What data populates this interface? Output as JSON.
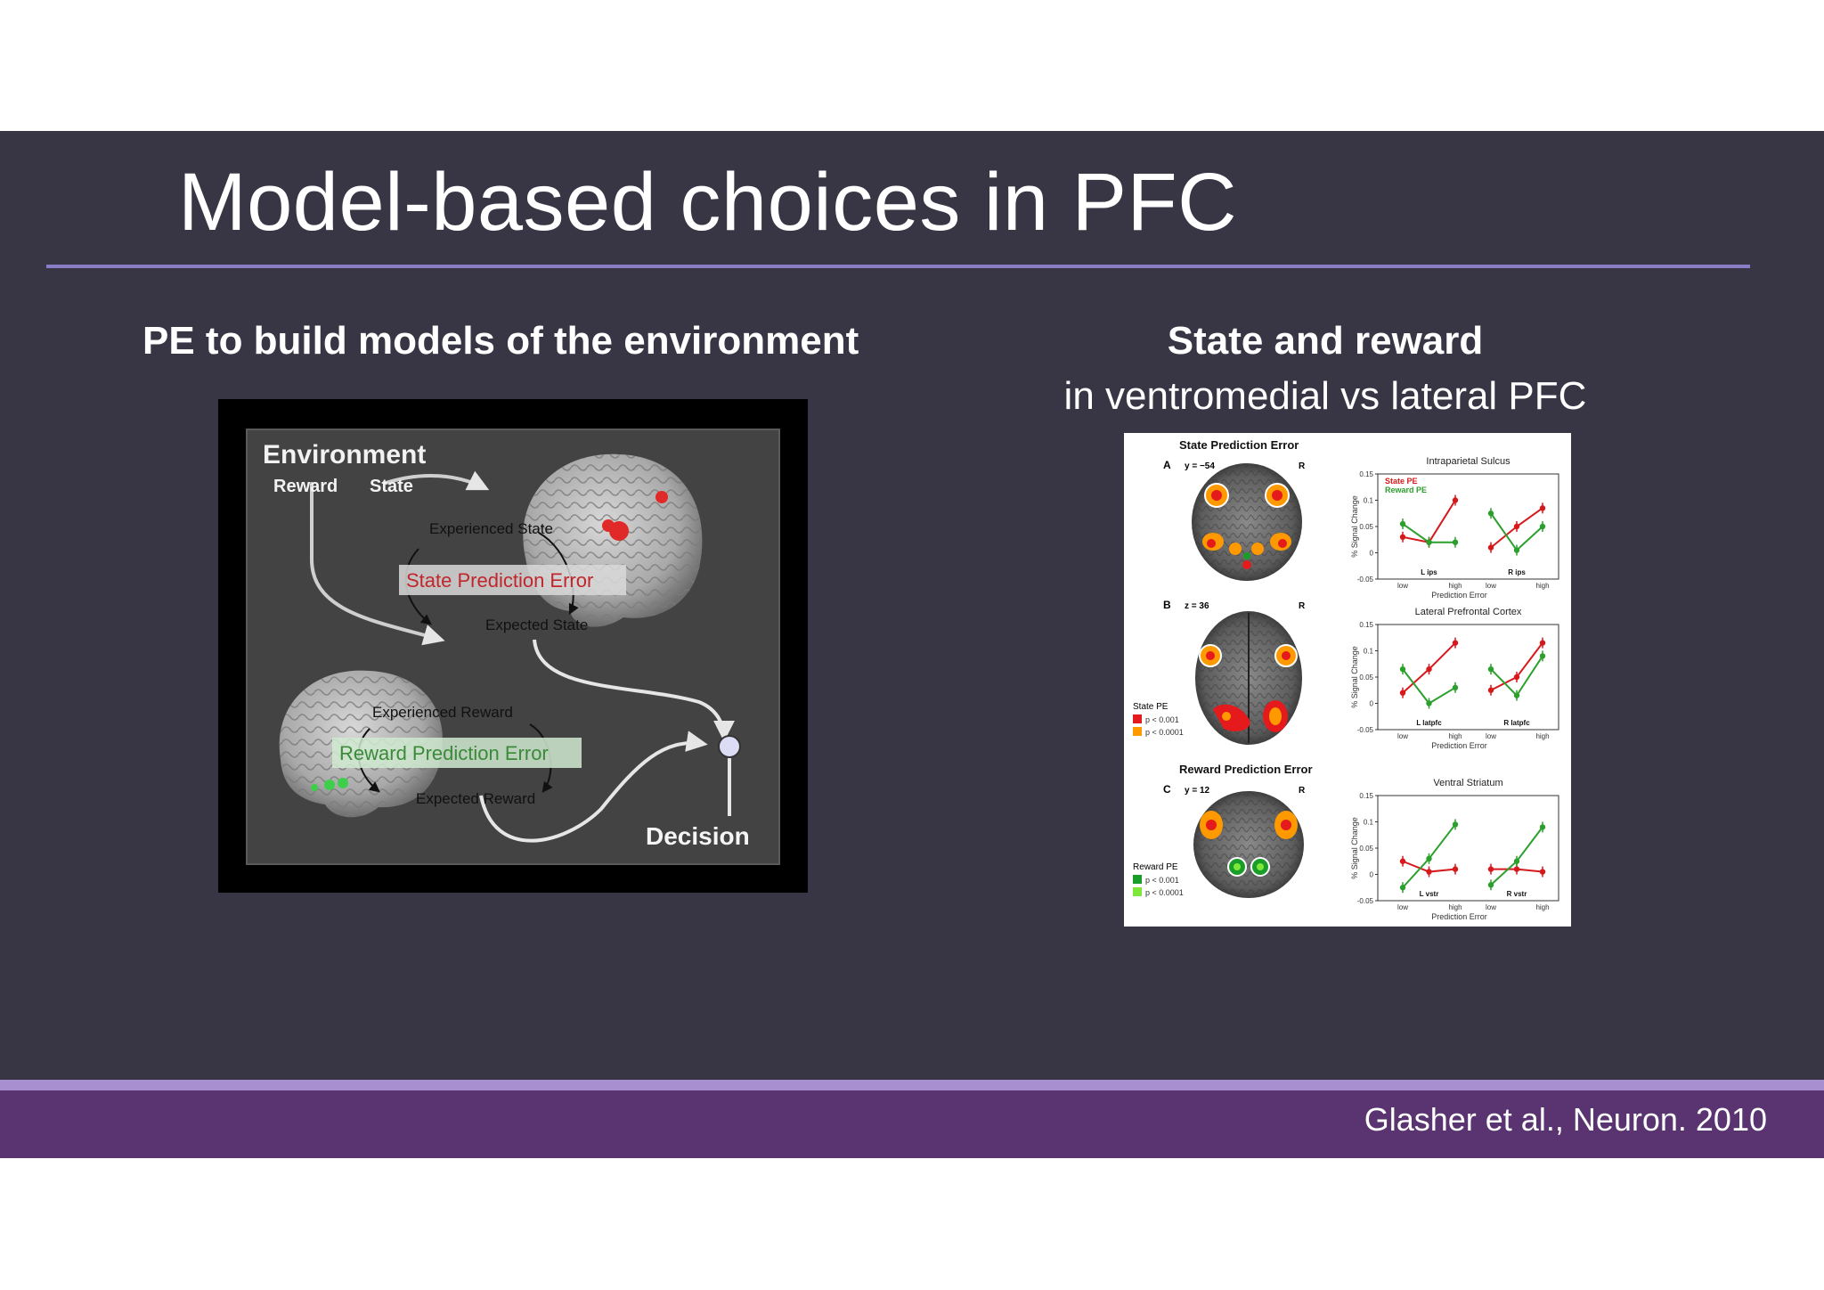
{
  "slide": {
    "title": "Model-based choices in PFC",
    "left_heading": "PE to build models of the environment",
    "right_heading": "State and reward",
    "right_subheading": "in ventromedial vs lateral PFC",
    "citation": "Glasher et al., Neuron. 2010"
  },
  "diagram": {
    "environment": "Environment",
    "reward": "Reward",
    "state": "State",
    "experienced_state": "Experienced State",
    "state_pe": "State Prediction Error",
    "expected_state": "Expected State",
    "experienced_reward": "Experienced Reward",
    "reward_pe": "Reward Prediction Error",
    "expected_reward": "Expected Reward",
    "decision": "Decision"
  },
  "figure": {
    "state_pe_title": "State Prediction Error",
    "reward_pe_title": "Reward Prediction Error",
    "panel_a": "A",
    "coord_a": "y = −54",
    "panel_b": "B",
    "coord_b": "z = 36",
    "panel_c": "C",
    "coord_c": "y = 12",
    "r_label": "R",
    "state_legend_title": "State PE",
    "reward_legend_title": "Reward PE",
    "p001": "p < 0.001",
    "p0001": "p < 0.0001",
    "colors": {
      "state_strong": "#e41a1c",
      "state_weak": "#ff9900",
      "reward_strong": "#1a9e2a",
      "reward_weak": "#7ee83a"
    }
  },
  "chart_data": [
    {
      "type": "line",
      "title": "Intraparietal Sulcus",
      "xlabel": "Prediction Error",
      "ylabel": "% Signal Change",
      "ylim": [
        -0.05,
        0.15
      ],
      "yticks": [
        -0.05,
        0,
        0.05,
        0.1,
        0.15
      ],
      "tick_labels": [
        "-0.05",
        "0",
        "0.05",
        "0.1",
        "0.15"
      ],
      "groups": [
        {
          "label": "L ips",
          "categories": [
            "low",
            "high"
          ]
        },
        {
          "label": "R ips",
          "categories": [
            "low",
            "high"
          ]
        }
      ],
      "legend": [
        "State PE",
        "Reward PE"
      ],
      "series": [
        {
          "name": "State PE",
          "color": "#d7191c",
          "values": [
            [
              0.03,
              0.02,
              0.1
            ],
            [
              0.01,
              0.05,
              0.085
            ]
          ]
        },
        {
          "name": "Reward PE",
          "color": "#2ca02c",
          "values": [
            [
              0.055,
              0.02,
              0.02
            ],
            [
              0.075,
              0.005,
              0.05
            ]
          ]
        }
      ]
    },
    {
      "type": "line",
      "title": "Lateral Prefrontal Cortex",
      "xlabel": "Prediction Error",
      "ylabel": "% Signal Change",
      "ylim": [
        -0.05,
        0.15
      ],
      "yticks": [
        -0.05,
        0,
        0.05,
        0.1,
        0.15
      ],
      "tick_labels": [
        "-0.05",
        "0",
        "0.05",
        "0.1",
        "0.15"
      ],
      "groups": [
        {
          "label": "L latpfc",
          "categories": [
            "low",
            "high"
          ]
        },
        {
          "label": "R latpfc",
          "categories": [
            "low",
            "high"
          ]
        }
      ],
      "series": [
        {
          "name": "State PE",
          "color": "#d7191c",
          "values": [
            [
              0.02,
              0.065,
              0.115
            ],
            [
              0.025,
              0.05,
              0.115
            ]
          ]
        },
        {
          "name": "Reward PE",
          "color": "#2ca02c",
          "values": [
            [
              0.065,
              0.0,
              0.03
            ],
            [
              0.065,
              0.015,
              0.09
            ]
          ]
        }
      ]
    },
    {
      "type": "line",
      "title": "Ventral Striatum",
      "xlabel": "Prediction Error",
      "ylabel": "% Signal Change",
      "ylim": [
        -0.05,
        0.15
      ],
      "yticks": [
        -0.05,
        0,
        0.05,
        0.1,
        0.15
      ],
      "tick_labels": [
        "-0.05",
        "0",
        "0.05",
        "0.1",
        "0.15"
      ],
      "groups": [
        {
          "label": "L vstr",
          "categories": [
            "low",
            "high"
          ]
        },
        {
          "label": "R vstr",
          "categories": [
            "low",
            "high"
          ]
        }
      ],
      "series": [
        {
          "name": "State PE",
          "color": "#d7191c",
          "values": [
            [
              0.025,
              0.005,
              0.01
            ],
            [
              0.01,
              0.01,
              0.005
            ]
          ]
        },
        {
          "name": "Reward PE",
          "color": "#2ca02c",
          "values": [
            [
              -0.025,
              0.03,
              0.095
            ],
            [
              -0.02,
              0.025,
              0.09
            ]
          ]
        }
      ]
    }
  ]
}
